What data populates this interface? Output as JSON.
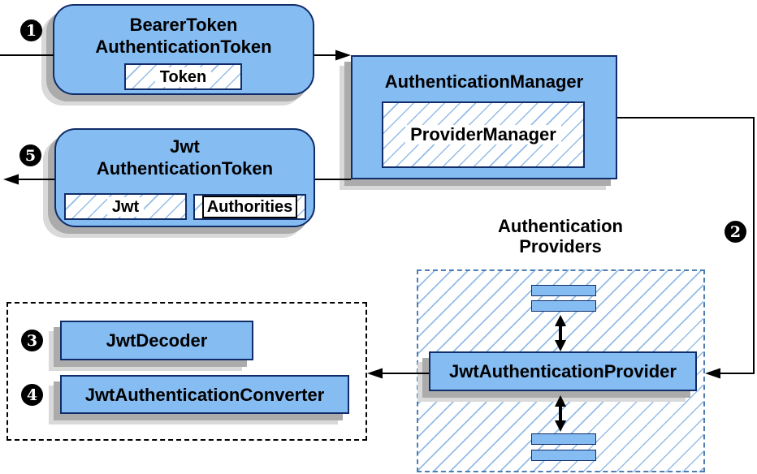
{
  "diagram": {
    "nodes": {
      "bearer_token": {
        "title_line1": "BearerToken",
        "title_line2": "AuthenticationToken",
        "field": "Token"
      },
      "authentication_manager": {
        "title": "AuthenticationManager",
        "inner": "ProviderManager"
      },
      "jwt_authentication_token": {
        "title_line1": "Jwt",
        "title_line2": "AuthenticationToken",
        "field1": "Jwt",
        "field2": "Authorities"
      },
      "authentication_providers": {
        "label_line1": "Authentication",
        "label_line2": "Providers"
      },
      "jwt_authentication_provider": {
        "title": "JwtAuthenticationProvider"
      },
      "jwt_decoder": {
        "title": "JwtDecoder"
      },
      "jwt_authentication_converter": {
        "title": "JwtAuthenticationConverter"
      }
    },
    "step_markers": {
      "step1": "1",
      "step2": "2",
      "step3": "3",
      "step4": "4",
      "step5": "5"
    },
    "colors": {
      "node_fill": "#85bcf2",
      "node_border": "#102d69",
      "hatch_line": "#93bce8",
      "providers_dashed_border": "#4d7cb0",
      "shadow": "#ababab",
      "arrow": "#000000"
    }
  }
}
